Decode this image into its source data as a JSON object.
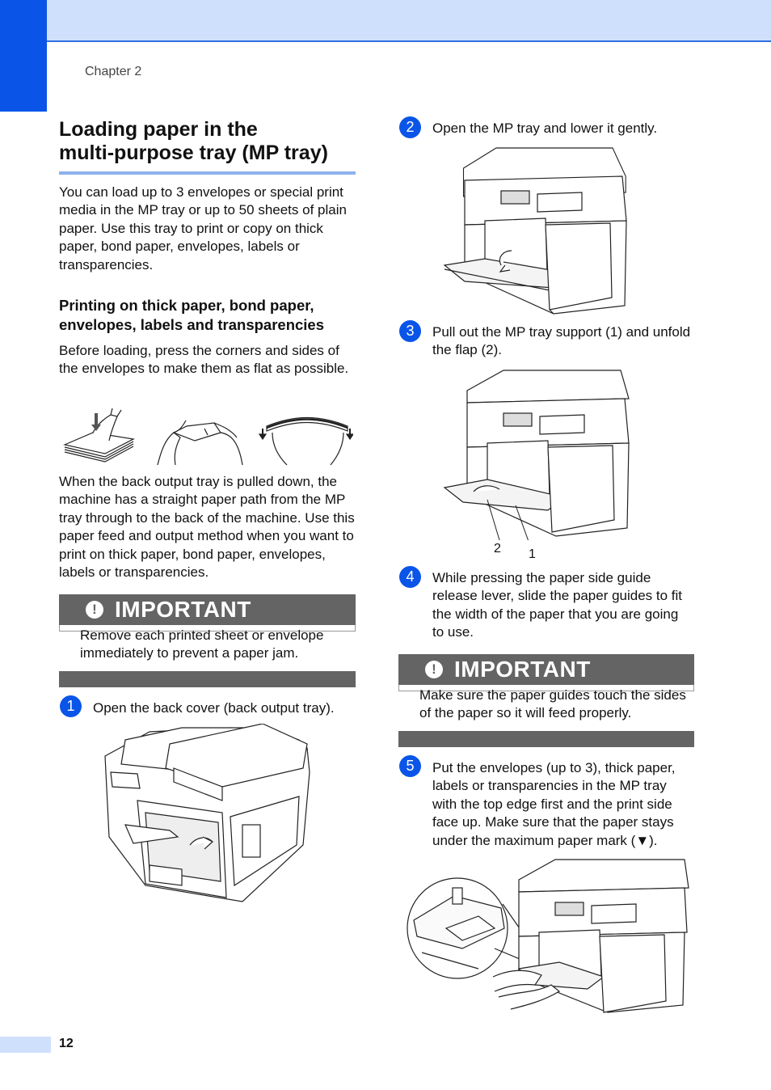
{
  "header": {
    "chapter": "Chapter 2"
  },
  "section": {
    "title_line1": "Loading paper in the",
    "title_line2": "multi-purpose tray (MP tray)",
    "intro": "You can load up to 3 envelopes or special print media in the MP tray or up to 50 sheets of plain paper. Use this tray to print or copy on thick paper, bond paper, envelopes, labels or transparencies.",
    "subheading": "Printing on thick paper, bond paper, envelopes, labels and transparencies",
    "before_loading": "Before loading, press the corners and sides of the envelopes to make them as flat as possible.",
    "output_path": "When the back output tray is pulled down, the machine has a straight paper path from the MP tray through to the back of the machine. Use this paper feed and output method when you want to print on thick paper, bond paper, envelopes, labels or transparencies."
  },
  "important1": {
    "icon": "!",
    "label": "IMPORTANT",
    "text": "Remove each printed sheet or envelope immediately to prevent a paper jam."
  },
  "important2": {
    "icon": "!",
    "label": "IMPORTANT",
    "text": "Make sure the paper guides touch the sides of the paper so it will feed properly."
  },
  "steps": [
    {
      "num": "1",
      "text": "Open the back cover (back output tray)."
    },
    {
      "num": "2",
      "text": "Open the MP tray and lower it gently."
    },
    {
      "num": "3",
      "text": "Pull out the MP tray support (1) and unfold the flap (2)."
    },
    {
      "num": "4",
      "text": "While pressing the paper side guide release lever, slide the paper guides to fit the width of the paper that you are going to use."
    },
    {
      "num": "5",
      "text": "Put the envelopes (up to 3), thick paper, labels or transparencies in the MP tray with the top edge first and the print side face up. Make sure that the paper stays under the maximum paper mark (▼)."
    }
  ],
  "callouts": {
    "flap": "2",
    "support": "1"
  },
  "footer": {
    "page_number": "12"
  },
  "colors": {
    "accent": "#0a55e8",
    "header_bg": "#cfe0fc",
    "important_bg": "#646464",
    "title_rule": "#8fb0ee"
  }
}
